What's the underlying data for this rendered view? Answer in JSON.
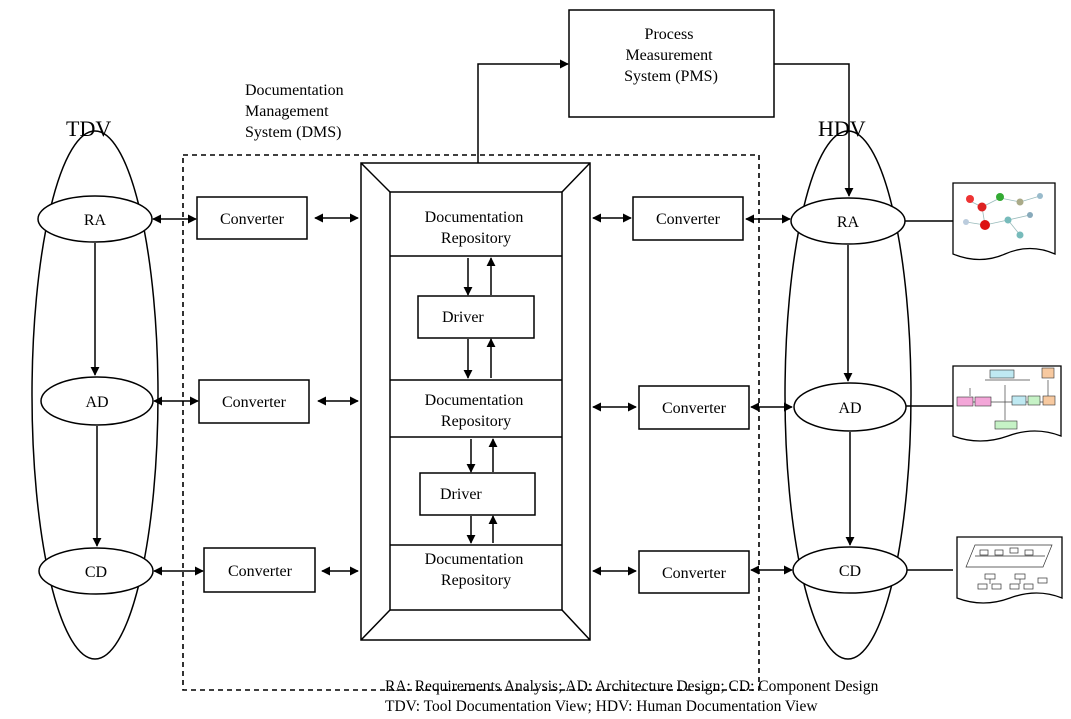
{
  "views": {
    "tdv": "TDV",
    "hdv": "HDV"
  },
  "phases": {
    "ra": "RA",
    "ad": "AD",
    "cd": "CD"
  },
  "dms": {
    "line1": "Documentation",
    "line2": "Management",
    "line3": "System (DMS)"
  },
  "pms": {
    "line1": "Process",
    "line2": "Measurement",
    "line3": "System (PMS)"
  },
  "converter": "Converter",
  "repository": {
    "line1": "Documentation",
    "line2": "Repository"
  },
  "driver": "Driver",
  "legend": {
    "line1": "RA: Requirements Analysis; AD: Architecture Design; CD: Component Design",
    "line2": "TDV: Tool Documentation View; HDV: Human Documentation View"
  }
}
